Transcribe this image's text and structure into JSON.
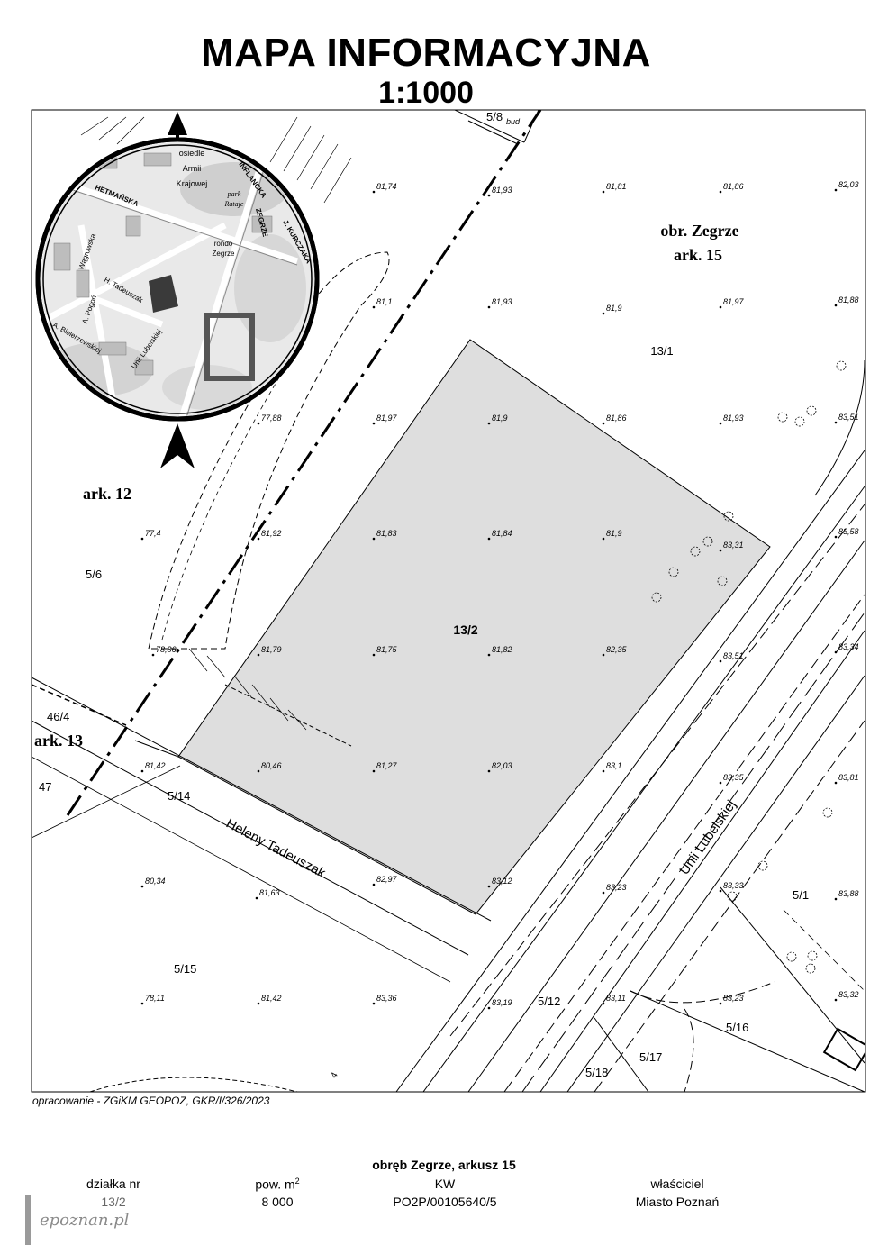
{
  "header": {
    "title": "MAPA INFORMACYJNA",
    "scale": "1:1000"
  },
  "map": {
    "precinct_label": "obr. Zegrze",
    "sheet_label": "ark. 15",
    "sheet_12": "ark. 12",
    "sheet_13": "ark. 13",
    "parcels": [
      "13/2",
      "13/1",
      "5/8",
      "5/6",
      "46/4",
      "47",
      "5/14",
      "5/15",
      "5/12",
      "5/16",
      "5/17",
      "5/18",
      "5/1",
      "4"
    ],
    "bud_label": "bud",
    "street_heleny": "Heleny Tadeuszak",
    "street_unii": "Unii Lubelskiej",
    "elevations": [
      "81,74",
      "81,93",
      "81,81",
      "81,86",
      "82,03",
      "81,1",
      "81,93",
      "81,9",
      "81,97",
      "81,88",
      "77,88",
      "81,97",
      "81,9",
      "81,86",
      "81,93",
      "83,51",
      "77,4",
      "81,92",
      "81,83",
      "81,84",
      "81,9",
      "83,31",
      "83,58",
      "78,86",
      "81,79",
      "81,75",
      "81,82",
      "82,35",
      "83,51",
      "83,34",
      "81,42",
      "80,46",
      "81,27",
      "82,03",
      "83,1",
      "83,35",
      "83,81",
      "80,34",
      "81,63",
      "82,97",
      "83,12",
      "83,23",
      "83,33",
      "83,88",
      "78,11",
      "81,42",
      "83,36",
      "83,19",
      "83,11",
      "83,23",
      "83,32"
    ],
    "inset_labels": [
      "osiedle",
      "Armii",
      "Krajowej",
      "park",
      "Rataje",
      "HETMAŃSKA",
      "INFLANCKA",
      "ZEGRZE",
      "rondo",
      "Zegrze",
      "J. KURCZAKA",
      "Wągrowska",
      "H. Tadeuszak",
      "A. Pogoń",
      "A. Bielerzewskiej",
      "Unii Lubelskiej"
    ]
  },
  "credit": "opracowanie - ZGiKM GEOPOZ, GKR/I/326/2023",
  "table": {
    "heading": "obręb Zegrze, arkusz 15",
    "columns": [
      "działka nr",
      "pow. m",
      "KW",
      "właściciel"
    ],
    "area_superscript": "2",
    "row": [
      "13/2",
      "8 000",
      "PO2P/00105640/5",
      "Miasto Poznań"
    ]
  },
  "watermark": "epoznan.pl"
}
